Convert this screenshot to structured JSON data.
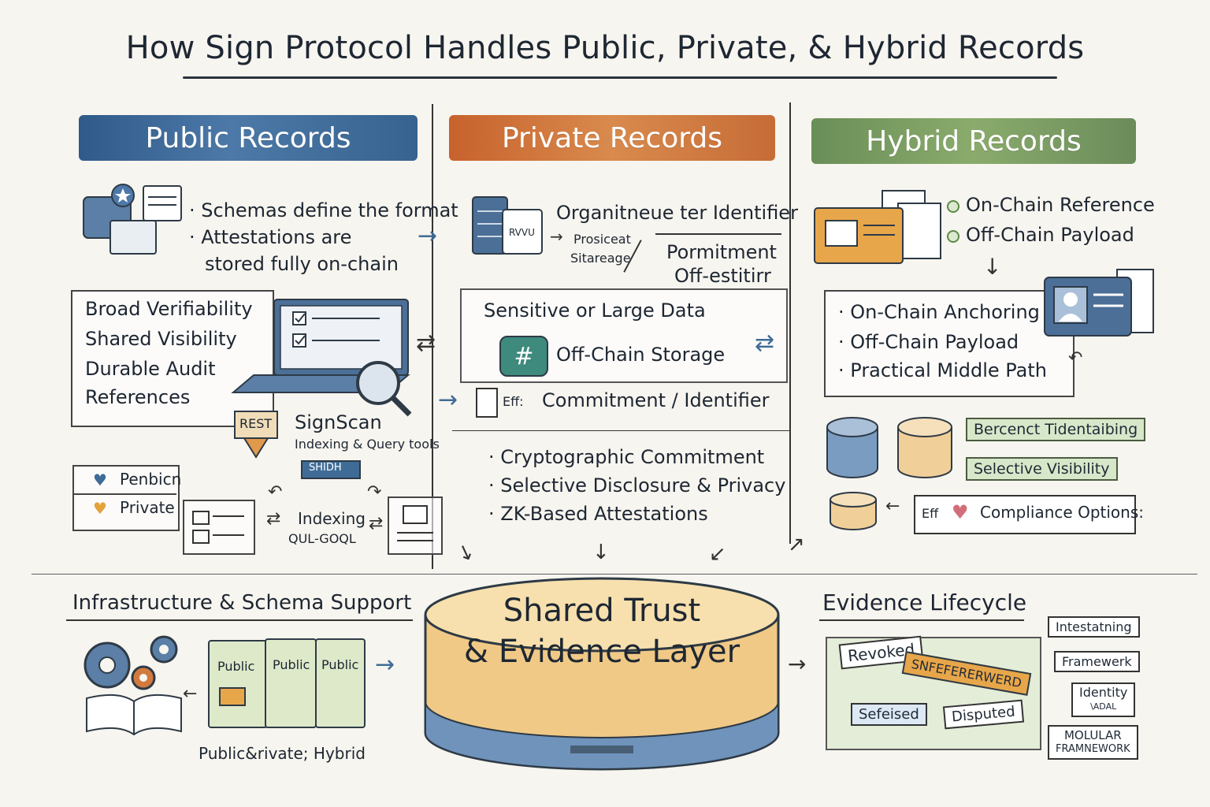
{
  "title": "How Sign Protocol Handles Public, Private, & Hybrid Records",
  "colors": {
    "public": "#3f6c97",
    "private": "#d27a3e",
    "hybrid": "#7a9c62",
    "ink": "#1f2a36"
  },
  "public": {
    "heading": "Public Records",
    "bullets": [
      "Schemas define the format",
      "Attestations are",
      "stored fully on-chain"
    ],
    "props": [
      "Broad Verifiability",
      "Shared Visibility",
      "Durable Audit",
      "References"
    ],
    "rest_label": "REST",
    "signscan_title": "SignScan",
    "signscan_sub": "Indexing & Query tools",
    "search_label": "SHIDH",
    "row_labels": [
      "Penbicn",
      "Private"
    ],
    "indexing_label": "Indexing",
    "query_label": "QUL-GOQL"
  },
  "private": {
    "heading": "Private Records",
    "org_identifier": "Organitneue ter Identifier",
    "doc_badge": "RVVU",
    "proscat": "Prosiceat",
    "sitareage": "Sitareage",
    "pormitment": "Pormitment",
    "offestitirr": "Off-estitirr",
    "sensitive": "Sensitive or Large Data",
    "hash_glyph": "#",
    "offchain_storage": "Off-Chain Storage",
    "eff_label": "Eff:",
    "commitment": "Commitment / Identifier",
    "bullets": [
      "Cryptographic Commitment",
      "Selective Disclosure & Privacy",
      "ZK-Based Attestations"
    ]
  },
  "hybrid": {
    "heading": "Hybrid Records",
    "refs": [
      "On-Chain Reference",
      "Off-Chain Payload"
    ],
    "bullets": [
      "On-Chain Anchoring",
      "Off-Chain Payload",
      "Practical Middle Path"
    ],
    "tags": [
      "Bercenct Tidentaibing",
      "Selective Visibility",
      "Compliance Options:"
    ],
    "eff_label": "Eff"
  },
  "infra": {
    "heading": "Infrastructure & Schema Support",
    "docs": [
      "Public",
      "Public",
      "Public"
    ],
    "caption": "Public&rivate; Hybrid"
  },
  "core": {
    "line1": "Shared Trust",
    "line2": "& Evidence Layer"
  },
  "lifecycle": {
    "heading": "Evidence Lifecycle",
    "revoked": "Revoked",
    "ribbon": "SNFEFERERWERD",
    "seleised": "Sefeised",
    "disputed": "Disputed",
    "tags": [
      "Intestatning",
      "Framewerk",
      "Identity",
      "MOLULAR"
    ],
    "identity_sub": "\\ADAL",
    "modular_sub": "FRAMNEWORK"
  }
}
